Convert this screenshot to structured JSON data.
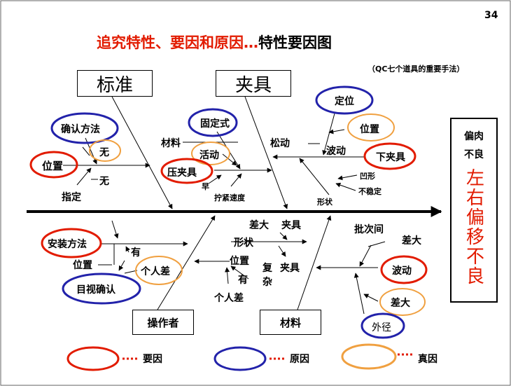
{
  "page_number": "34",
  "title": {
    "red_part": "追究特性、要因和原因…",
    "black_part": "特性要因图"
  },
  "subtitle": "（QC七个道具的重要手法）",
  "categories": {
    "standard": "标准",
    "fixture_top": "夹具",
    "operator": "操作者",
    "material": "材料"
  },
  "effect": {
    "top": "偏肉",
    "mid": "不良",
    "red": "左右偏移不良"
  },
  "labels": {
    "confirm_method": "确认方法",
    "none1": "无",
    "position1": "位置",
    "none2": "无",
    "designate": "指定",
    "fixed_type": "固定式",
    "material1": "材料",
    "movable": "活动",
    "clamp": "压夹具",
    "early": "早",
    "tighten_speed": "拧紧速度",
    "locate": "定位",
    "loose": "松动",
    "position2": "位置",
    "fluctuate1": "波动",
    "lower_fixture": "下夹具",
    "dent": "凹形",
    "unstable": "不稳定",
    "shape1": "形状",
    "install_method": "安装方法",
    "have1": "有",
    "position3": "位置",
    "personal_diff1": "个人差",
    "visual_confirm": "目视确认",
    "big_diff1": "差大",
    "fixture2": "夹具",
    "shape2": "形状",
    "position4": "位置",
    "have2": "有",
    "personal_diff2": "个人差",
    "complex1": "复",
    "complex2": "杂",
    "fixture3": "夹具",
    "between_batches": "批次间",
    "big_diff2": "差大",
    "fluctuate2": "波动",
    "big_diff3": "差大",
    "outer_diameter": "外径"
  },
  "legend": {
    "factor": "要因",
    "cause": "原因",
    "true_cause": "真因"
  },
  "colors": {
    "red": "#e21b00",
    "blue": "#2222aa",
    "orange": "#f0a040"
  }
}
